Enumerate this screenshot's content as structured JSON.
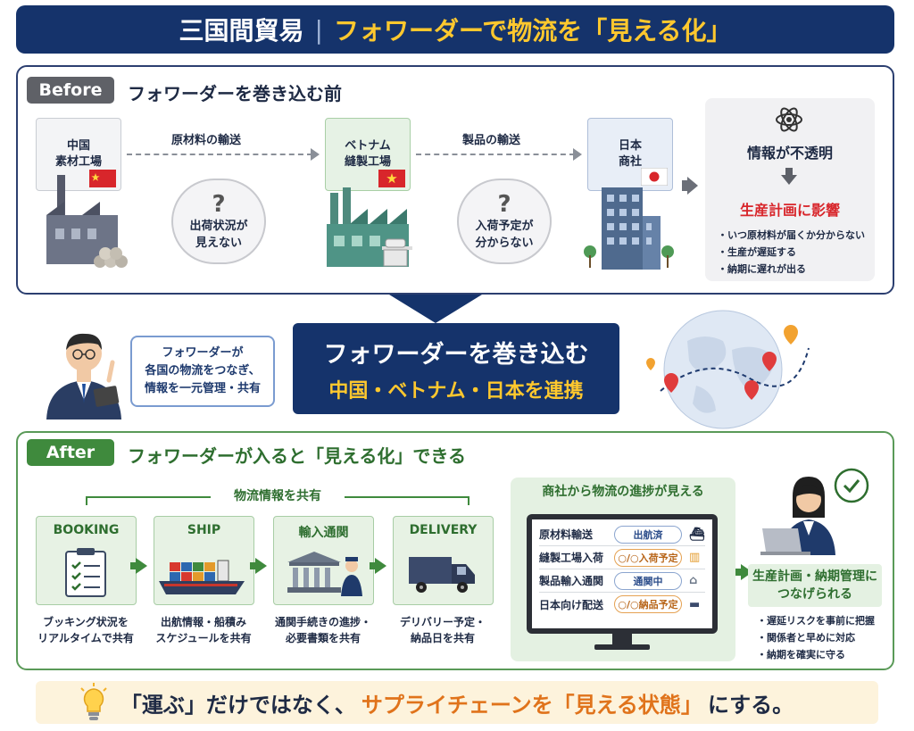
{
  "header": {
    "title_left": "三国間貿易",
    "title_right": "フォワーダーで物流を「見える化」"
  },
  "before": {
    "tag": "Before",
    "heading": "フォワーダーを巻き込む前",
    "nodes": [
      {
        "line1": "中国",
        "line2": "素材工場"
      },
      {
        "line1": "ベトナム",
        "line2": "縫製工場"
      },
      {
        "line1": "日本",
        "line2": "商社"
      }
    ],
    "arrow_labels": [
      "原材料の輸送",
      "製品の輸送"
    ],
    "clouds": [
      {
        "q": "?",
        "line1": "出荷状況が",
        "line2": "見えない"
      },
      {
        "q": "?",
        "line1": "入荷予定が",
        "line2": "分からない"
      }
    ],
    "info": {
      "title": "情報が不透明",
      "impact": "生産計画に影響",
      "bullets": [
        "・いつ原材料が届くか分からない",
        "・生産が遅延する",
        "・納期に遅れが出る"
      ]
    }
  },
  "middle": {
    "speech": [
      "フォワーダーが",
      "各国の物流をつなぎ、",
      "情報を一元管理・共有"
    ],
    "banner_line1": "フォワーダーを巻き込む",
    "banner_line2": "中国・ベトナム・日本を連携"
  },
  "after": {
    "tag": "After",
    "heading": "フォワーダーが入ると「見える化」できる",
    "bracket_label": "物流情報を共有",
    "steps": [
      {
        "title": "BOOKING",
        "cap1": "ブッキング状況を",
        "cap2": "リアルタイムで共有"
      },
      {
        "title": "SHIP",
        "cap1": "出航情報・船積み",
        "cap2": "スケジュールを共有"
      },
      {
        "title": "輸入通関",
        "cap1": "通関手続きの進捗・",
        "cap2": "必要書類を共有"
      },
      {
        "title": "DELIVERY",
        "cap1": "デリバリー予定・",
        "cap2": "納品日を共有"
      }
    ],
    "monitor": {
      "heading": "商社から物流の進捗が見える",
      "rows": [
        {
          "label": "原材料輸送",
          "status": "出航済"
        },
        {
          "label": "縫製工場入荷",
          "status": "○/○入荷予定"
        },
        {
          "label": "製品輸入通関",
          "status": "通関中"
        },
        {
          "label": "日本向け配送",
          "status": "○/○納品予定"
        }
      ]
    },
    "result": {
      "line1": "生産計画・納期管理に",
      "line2": "つなげられる",
      "bullets": [
        "・遅延リスクを事前に把握",
        "・関係者と早めに対応",
        "・納期を確実に守る"
      ]
    }
  },
  "footer": {
    "part1": "「運ぶ」だけではなく、",
    "part2": "サプライチェーンを「見える状態」",
    "part3": "にする。"
  },
  "colors": {
    "navy": "#15336b",
    "gold": "#ffc82e",
    "green": "#3f8a3d",
    "red": "#d8262b",
    "orange": "#e0731b"
  }
}
